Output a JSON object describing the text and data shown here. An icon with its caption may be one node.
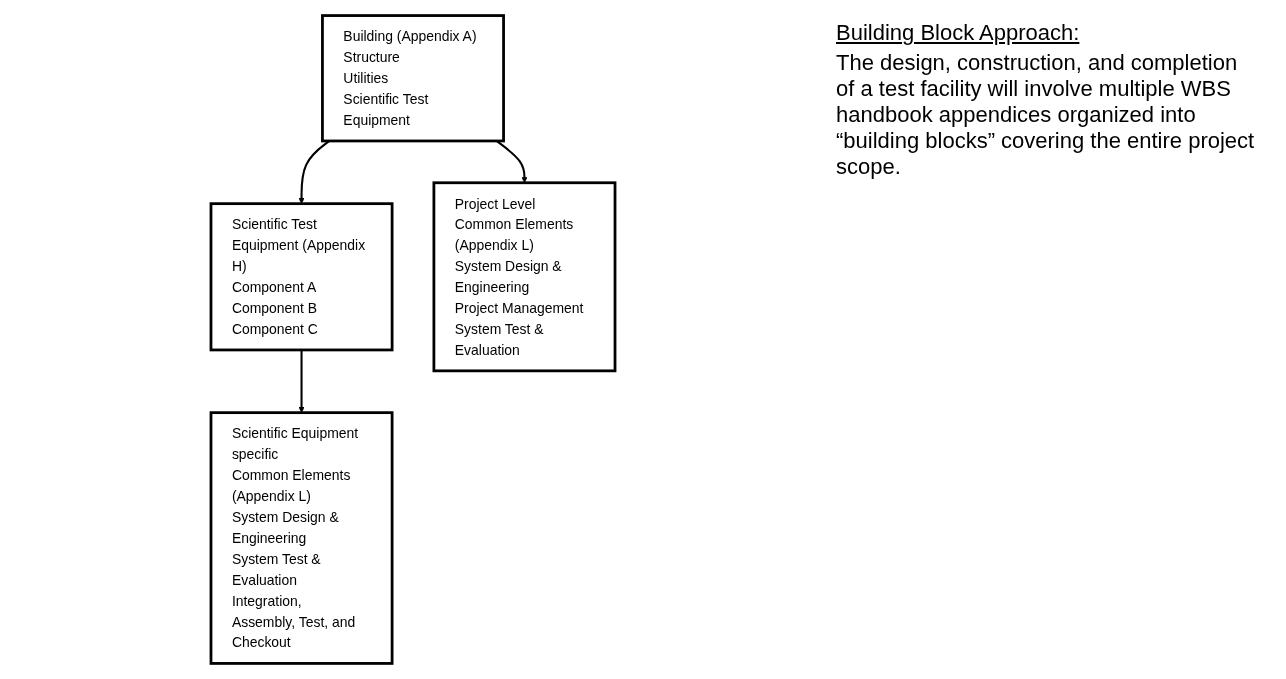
{
  "diagram": {
    "nodes": [
      {
        "text": [
          "Building (Appendix A)",
          "Structure",
          "Utilities",
          "Scientific Test Equipment"
        ]
      },
      {
        "text": [
          "Scientific Test Equipment (Appendix H)",
          "Component A",
          "Component B",
          "Component C"
        ]
      },
      {
        "text": [
          "Project Level",
          "Common Elements (Appendix L)",
          "System Design & Engineering",
          "Project Management",
          "System Test & Evaluation"
        ]
      },
      {
        "text": [
          "Scientific Equipment specific",
          "Common Elements (Appendix L)",
          "System Design & Engineering",
          "System Test & Evaluation",
          "Integration, Assembly, Test, and Checkout"
        ]
      }
    ],
    "edges": [
      {
        "from": 0,
        "to": 1,
        "arrow": "to"
      },
      {
        "from": 0,
        "to": 2,
        "arrow": "to"
      },
      {
        "from": 1,
        "to": 3,
        "arrow": "to"
      }
    ],
    "labels": [
      "Building Block Approach:",
      "The design, construction, and completion of a test facility will involve multiple WBS handbook appendices organized into “building blocks” covering the entire project scope."
    ]
  }
}
